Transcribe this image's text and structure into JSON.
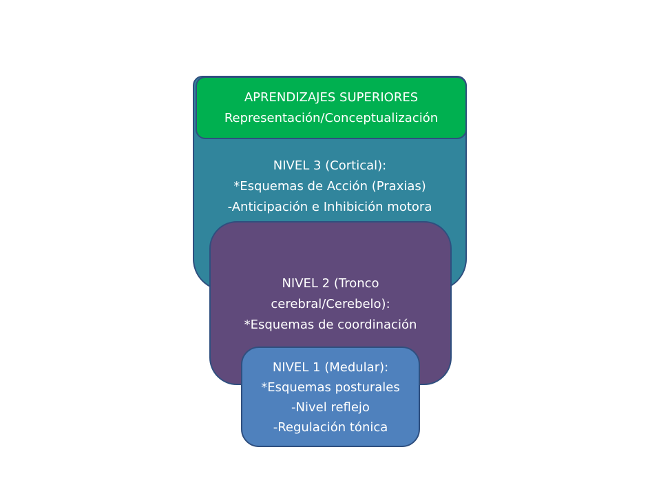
{
  "diagram": {
    "top_box": {
      "lines": [
        "APRENDIZAJES SUPERIORES",
        "Representación/Conceptualización"
      ],
      "color": "#00b050"
    },
    "level3": {
      "lines": [
        "NIVEL 3 (Cortical):",
        "*Esquemas de Acción (Praxias)",
        "-Anticipación e Inhibición motora"
      ],
      "color": "#31859c"
    },
    "level2": {
      "lines": [
        "NIVEL 2 (Tronco",
        "cerebral/Cerebelo):",
        "*Esquemas de coordinación"
      ],
      "color": "#604a7b"
    },
    "level1": {
      "lines": [
        "NIVEL  1 (Medular):",
        "*Esquemas posturales",
        "-Nivel reflejo",
        "-Regulación tónica"
      ],
      "color": "#4f81bd"
    }
  }
}
